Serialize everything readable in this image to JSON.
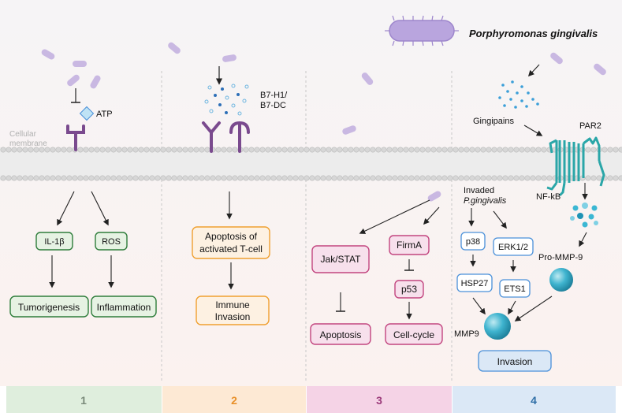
{
  "bacterium": {
    "name": "Porphyromonas gingivalis"
  },
  "membrane": {
    "label_line1": "Cellular",
    "label_line2": "membrane"
  },
  "panel1": {
    "number": "1",
    "atp": "ATP",
    "il1b": "IL-1β",
    "ros": "ROS",
    "tumorigenesis": "Tumorigenesis",
    "inflammation": "Inflammation"
  },
  "panel2": {
    "number": "2",
    "ligand_line1": "B7-H1/",
    "ligand_line2": "B7-DC",
    "apoptosis_line1": "Apoptosis of",
    "apoptosis_line2": "activated T-cell",
    "immune_line1": "Immune",
    "immune_line2": "Invasion"
  },
  "panel3": {
    "number": "3",
    "jakstat": "Jak/STAT",
    "firma": "FirmA",
    "p53": "p53",
    "apoptosis": "Apoptosis",
    "cellcycle": "Cell-cycle"
  },
  "panel4": {
    "number": "4",
    "gingipains": "Gingipains",
    "par2": "PAR2",
    "invaded_line1": "Invaded",
    "invaded_line2": "P.gingivalis",
    "nfkb": "NF-kB",
    "p38": "p38",
    "erk": "ERK1/2",
    "hsp27": "HSP27",
    "ets1": "ETS1",
    "promm9": "Pro-MMP-9",
    "mmp9": "MMP9",
    "invasion": "Invasion"
  },
  "colors": {
    "panel1": "#dfeedd",
    "panel2": "#fde9d4",
    "panel3": "#f5d3e6",
    "panel4": "#dbe8f6",
    "num1": "#7a8a7a",
    "num2": "#e8902a",
    "num3": "#9b3a7a",
    "num4": "#2f6fa7",
    "green": "#2e7d3b",
    "orange": "#f0a030",
    "pink": "#c2457f",
    "blue": "#4a90d9"
  }
}
